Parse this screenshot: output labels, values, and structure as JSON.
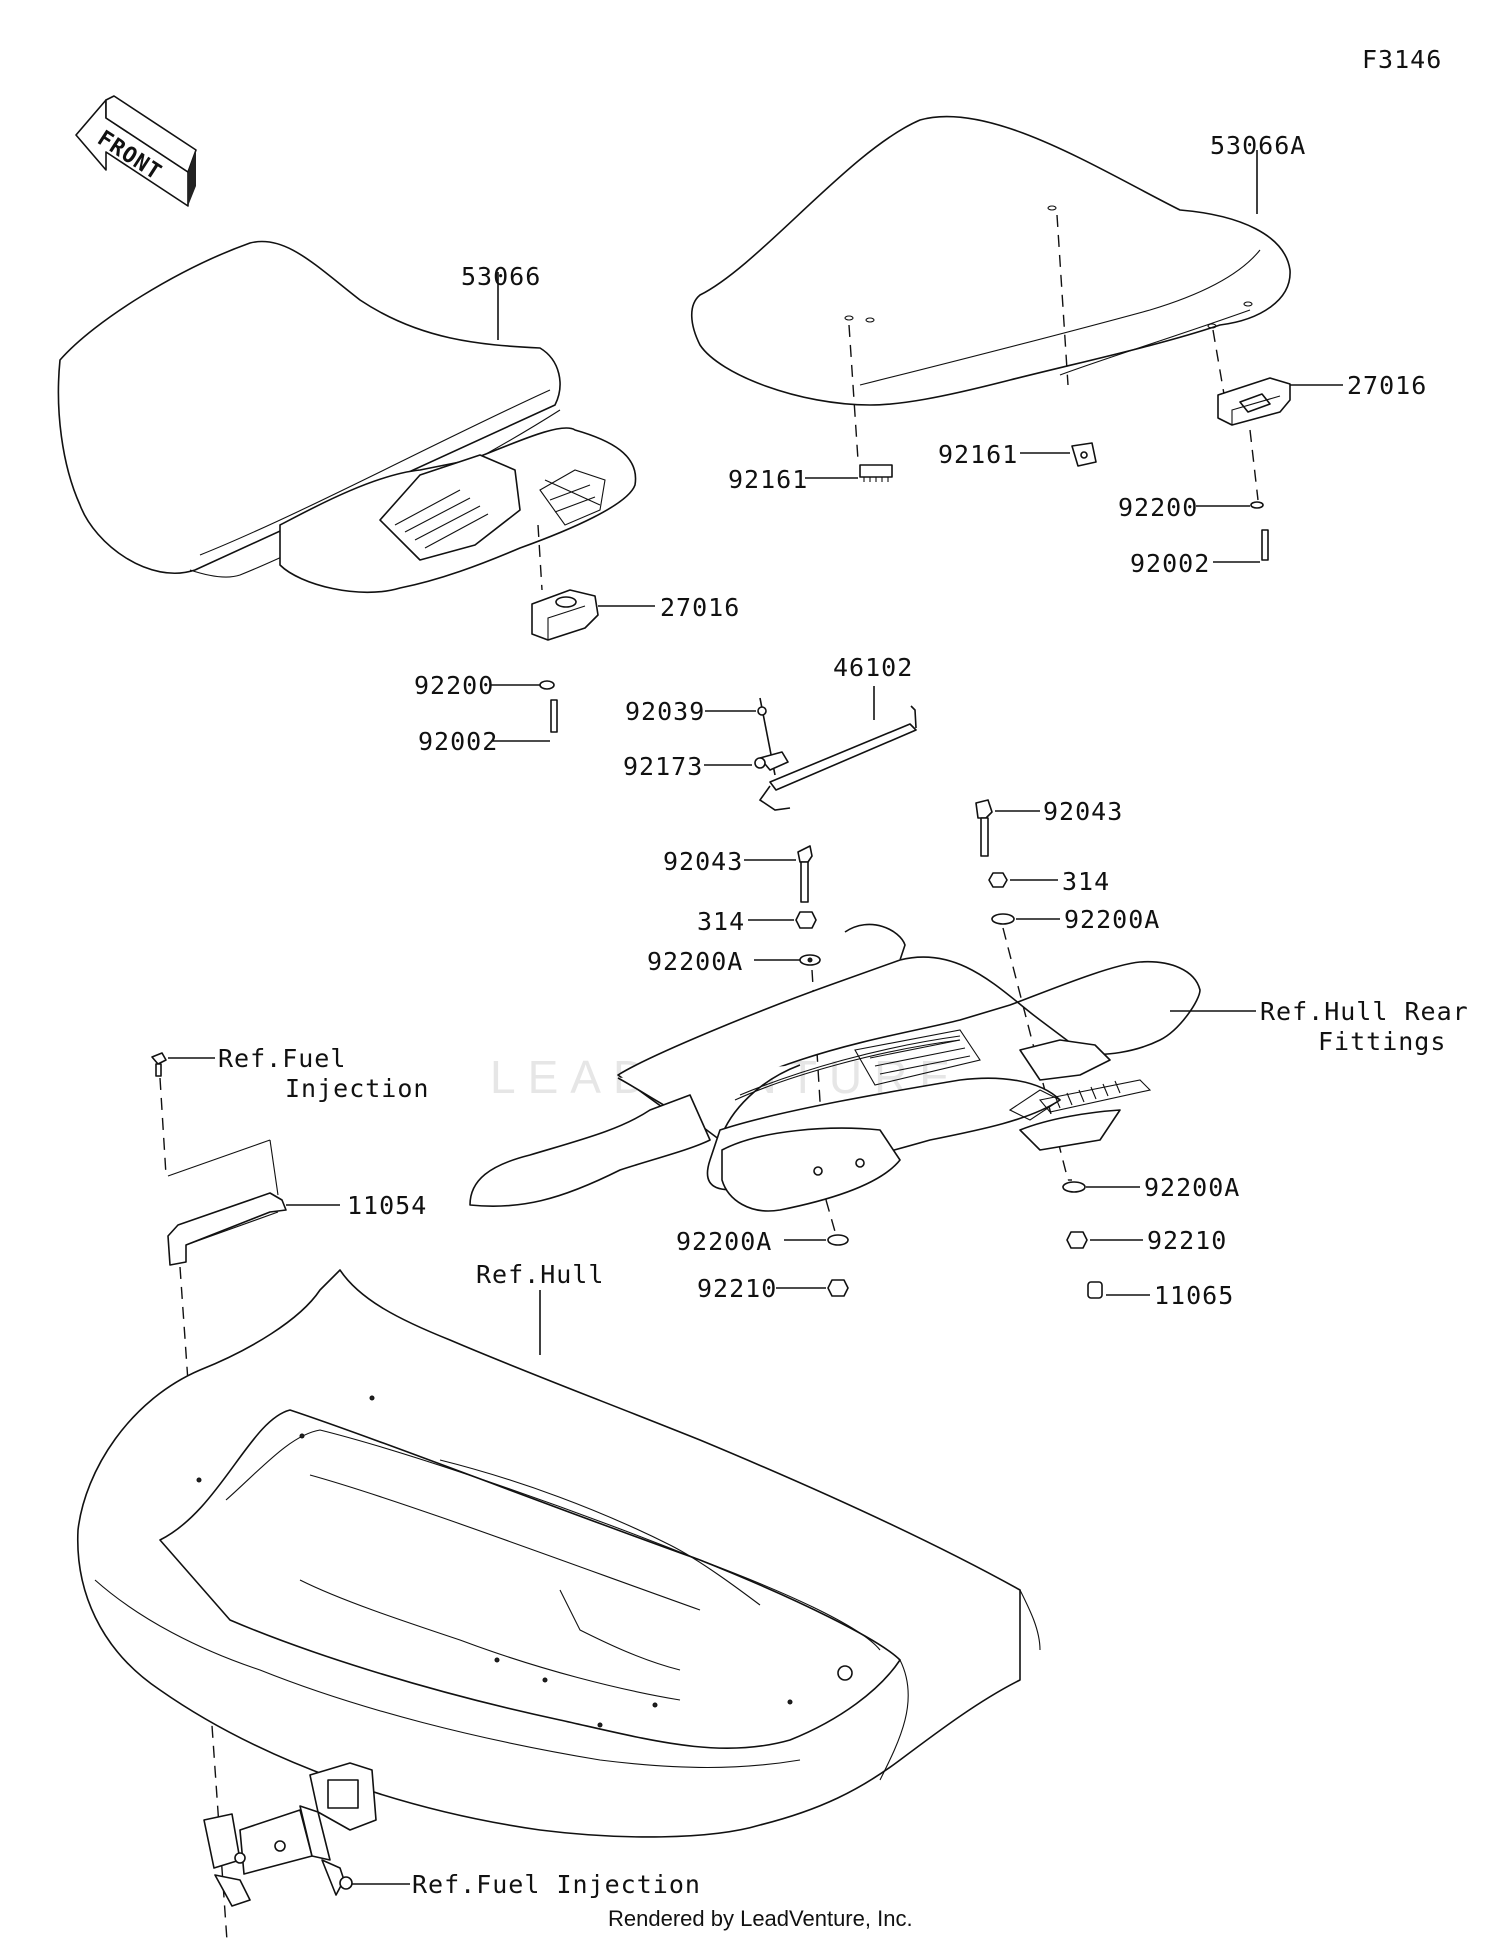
{
  "figure_code": "F3146",
  "front_arrow_text": "FRONT",
  "watermark": "LEADVENTURE",
  "footer": "Rendered by LeadVenture, Inc.",
  "callouts": {
    "seat_front": "53066",
    "seat_rear": "53066A",
    "bracket_front": "27016",
    "bracket_rear": "27016",
    "washer_front": "92200",
    "washer_rear": "92200",
    "bolt_front": "92002",
    "bolt_rear": "92002",
    "clip_left": "92161",
    "clip_center": "92161",
    "rod": "46102",
    "pin": "92039",
    "retainer": "92173",
    "stud_left": "92043",
    "stud_right": "92043",
    "nut314_left": "314",
    "nut314_right": "314",
    "washerA_upper_left": "92200A",
    "washerA_upper_right": "92200A",
    "washerA_lower_left": "92200A",
    "washerA_lower_right": "92200A",
    "nut_lower_left": "92210",
    "nut_lower_right": "92210",
    "cap": "11065",
    "plate": "11054"
  },
  "references": {
    "fuel_top_line1": "Ref.Fuel",
    "fuel_top_line2": "Injection",
    "hull_rear_line1": "Ref.Hull Rear",
    "hull_rear_line2": "Fittings",
    "hull": "Ref.Hull",
    "fuel_bottom": "Ref.Fuel Injection"
  }
}
